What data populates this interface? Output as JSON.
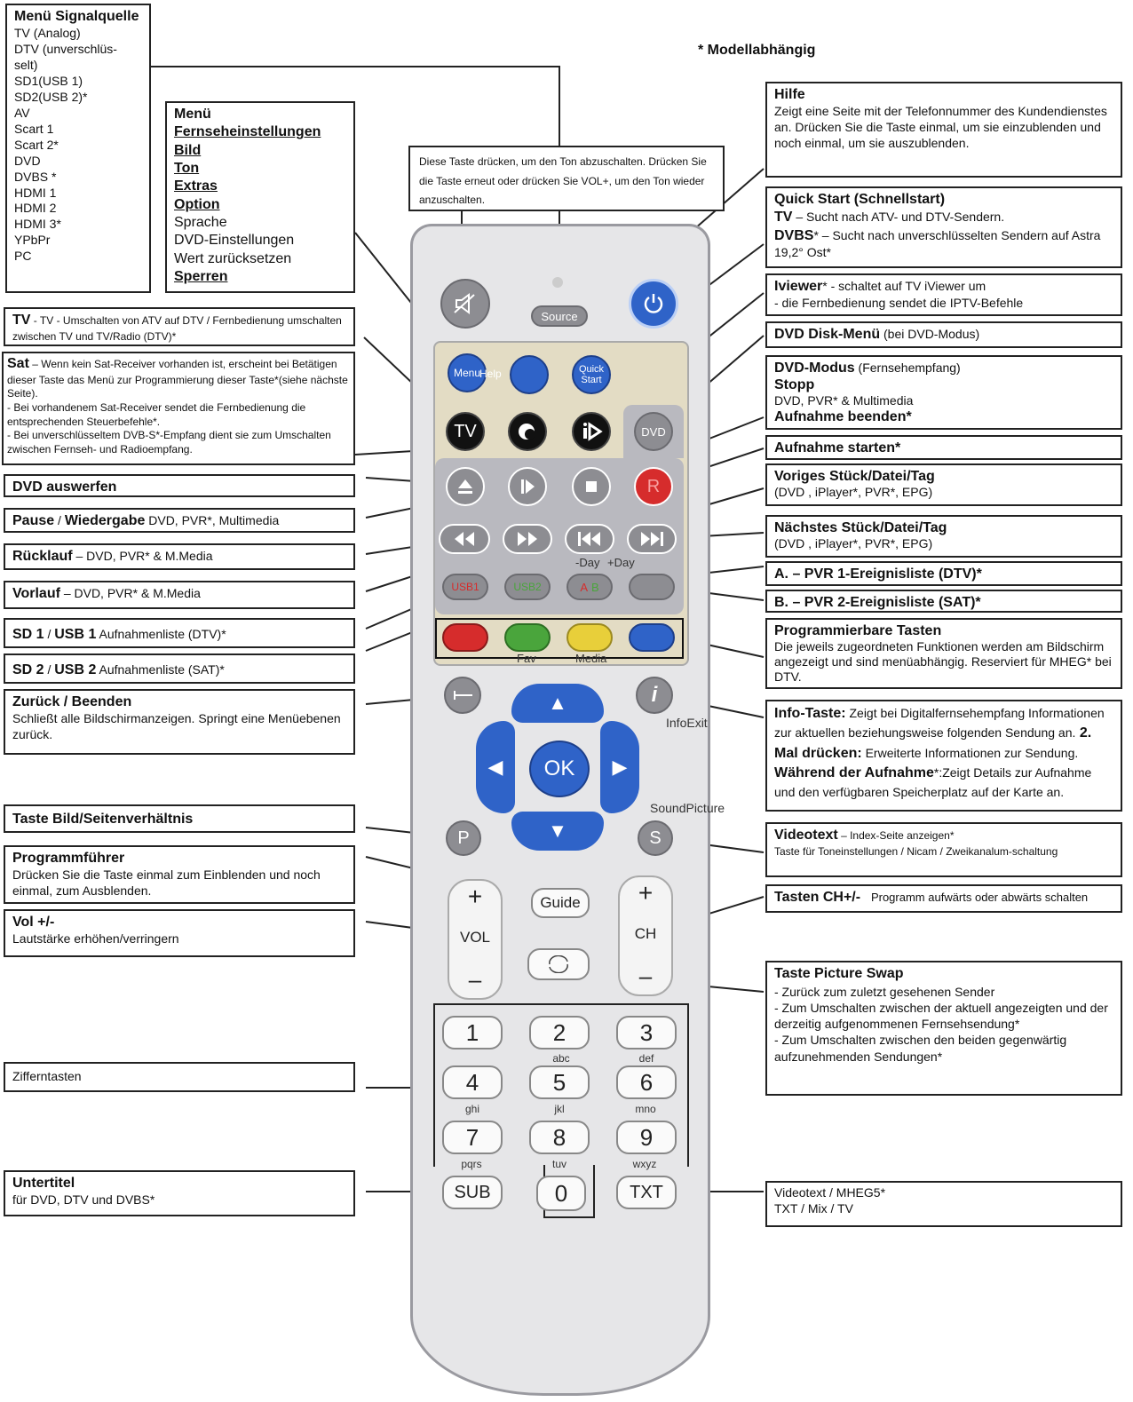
{
  "note_model": "* Modellabhängig",
  "left_boxes": {
    "signal": {
      "title": "Menü Signalquelle",
      "items": [
        "TV (Analog)",
        "DTV (unverschlüs-",
        "selt)",
        "SD1(USB 1)",
        "SD2(USB 2)*",
        "AV",
        "Scart 1",
        "Scart 2*",
        "DVD",
        "DVBS *",
        "HDMI 1",
        "HDMI 2",
        "HDMI 3*",
        "YPbPr",
        "PC"
      ]
    },
    "menu": {
      "title": "Menü",
      "items": [
        "Fernseheinstellungen",
        "Bild",
        "Ton",
        "Extras",
        "Option"
      ],
      "plain": [
        "Sprache",
        "DVD-Einstellungen",
        "Wert zurücksetzen"
      ],
      "last": "Sperren"
    },
    "tv": {
      "title": "TV",
      "text": " - TV - Umschalten von ATV auf DTV / Fernbedienung umschalten zwischen TV und TV/Radio (DTV)*"
    },
    "sat": {
      "title": "Sat",
      "text": " – Wenn kein Sat-Receiver vorhanden ist, erscheint bei Betätigen dieser Taste das Menü zur Programmierung dieser Taste*(siehe nächste Seite).",
      "line2": "- Bei vorhandenem Sat-Receiver sendet die Fernbedienung die entsprechenden Steuerbefehle*.",
      "line3": "- Bei unverschlüsseltem DVB-S*-Empfang dient sie zum Umschalten zwischen Fernseh- und Radioempfang."
    },
    "eject": {
      "title": "DVD auswerfen"
    },
    "pause": {
      "title": "Pause",
      "sep": " / ",
      "title2": "Wiedergabe",
      "text": " DVD, PVR*, Multimedia"
    },
    "rewind": {
      "title": "Rücklauf",
      "text": " – DVD, PVR* & M.Media"
    },
    "forward": {
      "title": "Vorlauf",
      "text": " – DVD, PVR* & M.Media"
    },
    "sd1": {
      "title": "SD 1",
      "sep": " / ",
      "title2": "USB 1",
      "text": " Aufnahmenliste (DTV)*"
    },
    "sd2": {
      "title": "SD 2",
      "sep": " / ",
      "title2": "USB 2",
      "text": " Aufnahmenliste (SAT)*"
    },
    "back": {
      "title": "Zurück / Beenden",
      "text": "Schließt alle Bildschirmanzeigen. Springt eine Menüebenen zurück."
    },
    "aspect": {
      "title": "Taste Bild/Seitenverhältnis"
    },
    "guide": {
      "title": "Programmführer",
      "text": "Drücken Sie die Taste einmal zum Einblenden und noch einmal, zum Ausblenden."
    },
    "vol": {
      "title": "Vol +/-",
      "text": "Lautstärke erhöhen/verringern"
    },
    "digits": {
      "text": "Zifferntasten"
    },
    "subtitle": {
      "title": "Untertitel",
      "text": "für DVD, DTV und DVBS*"
    }
  },
  "mute_box": {
    "text": "Diese Taste drücken, um den Ton abzuschalten. Drücken Sie die Taste erneut oder drücken Sie VOL+, um den Ton wieder anzuschalten."
  },
  "right_boxes": {
    "help": {
      "title": "Hilfe",
      "text": "Zeigt eine Seite mit der Telefonnummer des Kundendienstes an. Drücken Sie die Taste einmal, um sie einzublenden und noch einmal, um sie auszublenden."
    },
    "quick": {
      "title": "Quick Start (Schnellstart)",
      "tv_label": "TV",
      "tv_text": " – Sucht nach ATV- und DTV-Sendern.",
      "dvbs_label": "DVBS",
      "dvbs_text": "* – Sucht nach unverschlüsselten Sendern auf Astra 19,2° Ost*"
    },
    "iviewer": {
      "title": "Iviewer",
      "text": "* - schaltet auf TV iViewer um",
      "line2": "- die Fernbedienung sendet die IPTV-Befehle"
    },
    "dvd_menu": {
      "title": "DVD Disk-Menü",
      "text": " (bei DVD-Modus)"
    },
    "dvd_mode": {
      "title": "DVD-Modus",
      "text": " (Fernsehempfang)",
      "stop": "Stopp",
      "line3": "DVD, PVR* & Multimedia",
      "line4": "Aufnahme beenden*"
    },
    "rec_start": {
      "title": "Aufnahme starten*"
    },
    "prev": {
      "title": "Voriges Stück/Datei/Tag",
      "text": "(DVD , iPlayer*, PVR*, EPG)"
    },
    "next": {
      "title": "Nächstes Stück/Datei/Tag",
      "text": "(DVD , iPlayer*, PVR*, EPG)"
    },
    "pvr_a": {
      "title": "A. – PVR 1-Ereignisliste (DTV)*"
    },
    "pvr_b": {
      "title": "B. – PVR 2-Ereignisliste (SAT)*"
    },
    "prog": {
      "title": "Programmierbare Tasten",
      "text": "Die jeweils zugeordneten Funktionen werden am Bildschirm angezeigt und sind menüabhängig. Reserviert für MHEG* bei DTV."
    },
    "info": {
      "title": "Info-Taste:",
      "text1": " Zeigt bei Digitalfernsehempfang Informationen zur aktuellen beziehungsweise folgenden Sendung an.",
      "bold2": " 2. Mal drücken:",
      "text2": " Erweiterte Informationen zur Sendung.",
      "bold3": " Während der Aufnahme",
      "text3": "*:Zeigt Details zur Aufnahme und den verfügbaren Speicherplatz auf der Karte an."
    },
    "videotext_idx": {
      "title": "Videotext",
      "text": " – Index-Seite anzeigen*",
      "line2": "Taste für Toneinstellungen / Nicam / Zweikanalum-schaltung"
    },
    "ch": {
      "title": "Tasten CH+/-",
      "text": "Programm aufwärts oder abwärts schalten"
    },
    "swap": {
      "title": "Taste Picture Swap",
      "items": [
        "- Zurück zum zuletzt gesehenen Sender",
        "- Zum Umschalten zwischen der aktuell angezeigten und der derzeitig aufgenommenen Fernsehsendung*",
        "- Zum Umschalten zwischen den beiden gegenwärtig aufzunehmenden Sendungen*"
      ]
    },
    "teletext": {
      "line1": "Videotext / MHEG5*",
      "line2": "TXT / Mix / TV"
    }
  },
  "remote": {
    "source": "Source",
    "menu": "Menu",
    "help": "Help",
    "quick": "Quick",
    "start": "Start",
    "tv": "TV",
    "dvd": "DVD",
    "rec": "R",
    "day_minus": "-Day",
    "day_plus": "+Day",
    "usb1": "USB1",
    "usb2": "USB2",
    "a": "A",
    "b": "B",
    "fav": "Fav",
    "media": "Media",
    "info_exit": "InfoExit",
    "sound_picture": "SoundPicture",
    "ok": "OK",
    "p": "P",
    "s": "S",
    "i": "i",
    "guide": "Guide",
    "vol": "VOL",
    "ch": "CH",
    "plus": "+",
    "minus": "–",
    "digits": [
      "1",
      "2",
      "3",
      "4",
      "5",
      "6",
      "7",
      "8",
      "9",
      "0"
    ],
    "letters": [
      "abc",
      "def",
      "ghi",
      "jkl",
      "mno",
      "pqrs",
      "tuv",
      "wxyz"
    ],
    "sub": "SUB",
    "txt": "TXT"
  },
  "colors": {
    "blue": "#2f63c8",
    "red": "#d62c2c",
    "green": "#4aa53c",
    "yellow": "#e8cf3a",
    "beige": "#e3dcc4"
  }
}
